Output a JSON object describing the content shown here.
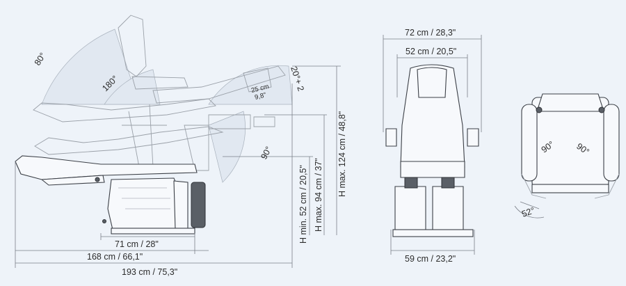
{
  "dimensions": {
    "angle_80": "80°",
    "angle_180": "180°",
    "angle_20": "20°+ 2",
    "seat_25": "25 cm",
    "seat_98": "9,8\"",
    "angle_90_side": "90°",
    "h_min": "H min. 52 cm / 20,5\"",
    "h_max_94": "H max. 94 cm / 37\"",
    "h_max_124": "H max. 124 cm / 48,8\"",
    "w_71": "71 cm / 28\"",
    "w_168": "168 cm / 66,1\"",
    "w_193": "193 cm / 75,3\"",
    "w_72": "72 cm / 28,3\"",
    "w_52": "52 cm / 20,5\"",
    "w_59": "59 cm / 23,2\"",
    "rot_left": "90°",
    "rot_right": "90°",
    "tilt_52": "52°"
  },
  "colors": {
    "line": "#7a7f88",
    "chair": "#3b3f46",
    "background": "#eef3f9"
  }
}
